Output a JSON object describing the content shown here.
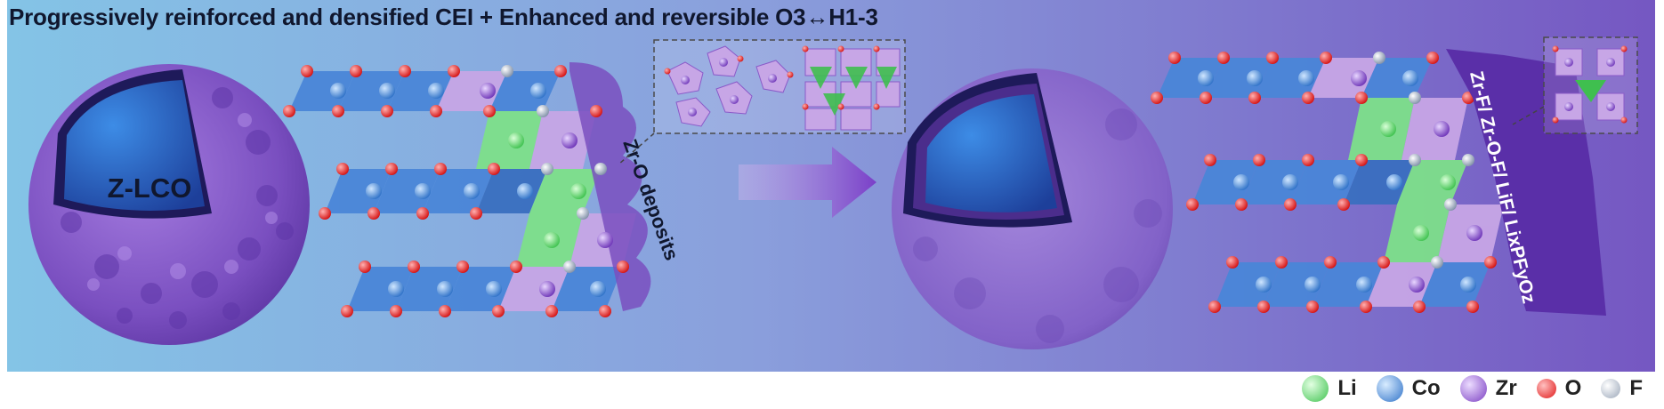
{
  "title": "Progressively reinforced and densified CEI  + Enhanced and reversible O3↔H1-3",
  "left_particle_label": "Z-LCO",
  "deposit_label": "Zr-O deposits",
  "cei_layer_label": "Zr-F/ Zr-O-F/ LiF/ LixPFyOz",
  "legend": [
    {
      "symbol": "Li",
      "color": "#3fc24f"
    },
    {
      "symbol": "Co",
      "color": "#2f72c8"
    },
    {
      "symbol": "Zr",
      "color": "#7b3fc2"
    },
    {
      "symbol": "O",
      "color": "#e01818"
    },
    {
      "symbol": "F",
      "color": "#9aa6b8"
    }
  ],
  "colors": {
    "background_left": "#7fbfe3",
    "background_right": "#7a5cc4",
    "particle_shell": "#7a4fc0",
    "particle_core": "#2f5fbf",
    "li_tile": "#7ee08a",
    "co_tile": "#4a86d8",
    "zr_tile": "#c7a6e6",
    "cei_band": "#5a2fa8"
  }
}
